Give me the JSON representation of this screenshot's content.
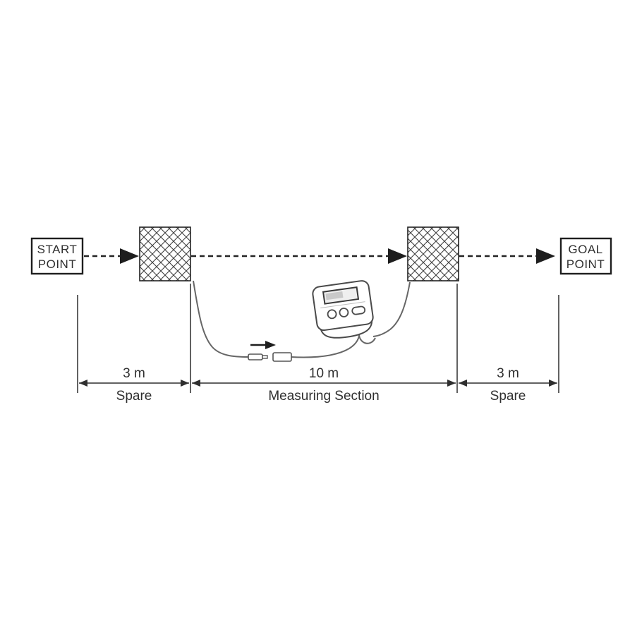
{
  "diagram": {
    "start_box": {
      "line1": "START",
      "line2": "POINT"
    },
    "goal_box": {
      "line1": "GOAL",
      "line2": "POINT"
    },
    "dimensions": {
      "left": {
        "value": "3 m",
        "label": "Spare"
      },
      "middle": {
        "value": "10 m",
        "label": "Measuring Section"
      },
      "right": {
        "value": "3 m",
        "label": "Spare"
      }
    },
    "icons": {
      "route_arrow": "right-arrowhead",
      "dimension_arrow": "double-headed-arrow",
      "mat_fill": "crosshatch",
      "connector_arrow": "right-arrowhead"
    },
    "colors": {
      "ink": "#2f2f2f",
      "cable": "#666666",
      "background": "#ffffff"
    }
  }
}
